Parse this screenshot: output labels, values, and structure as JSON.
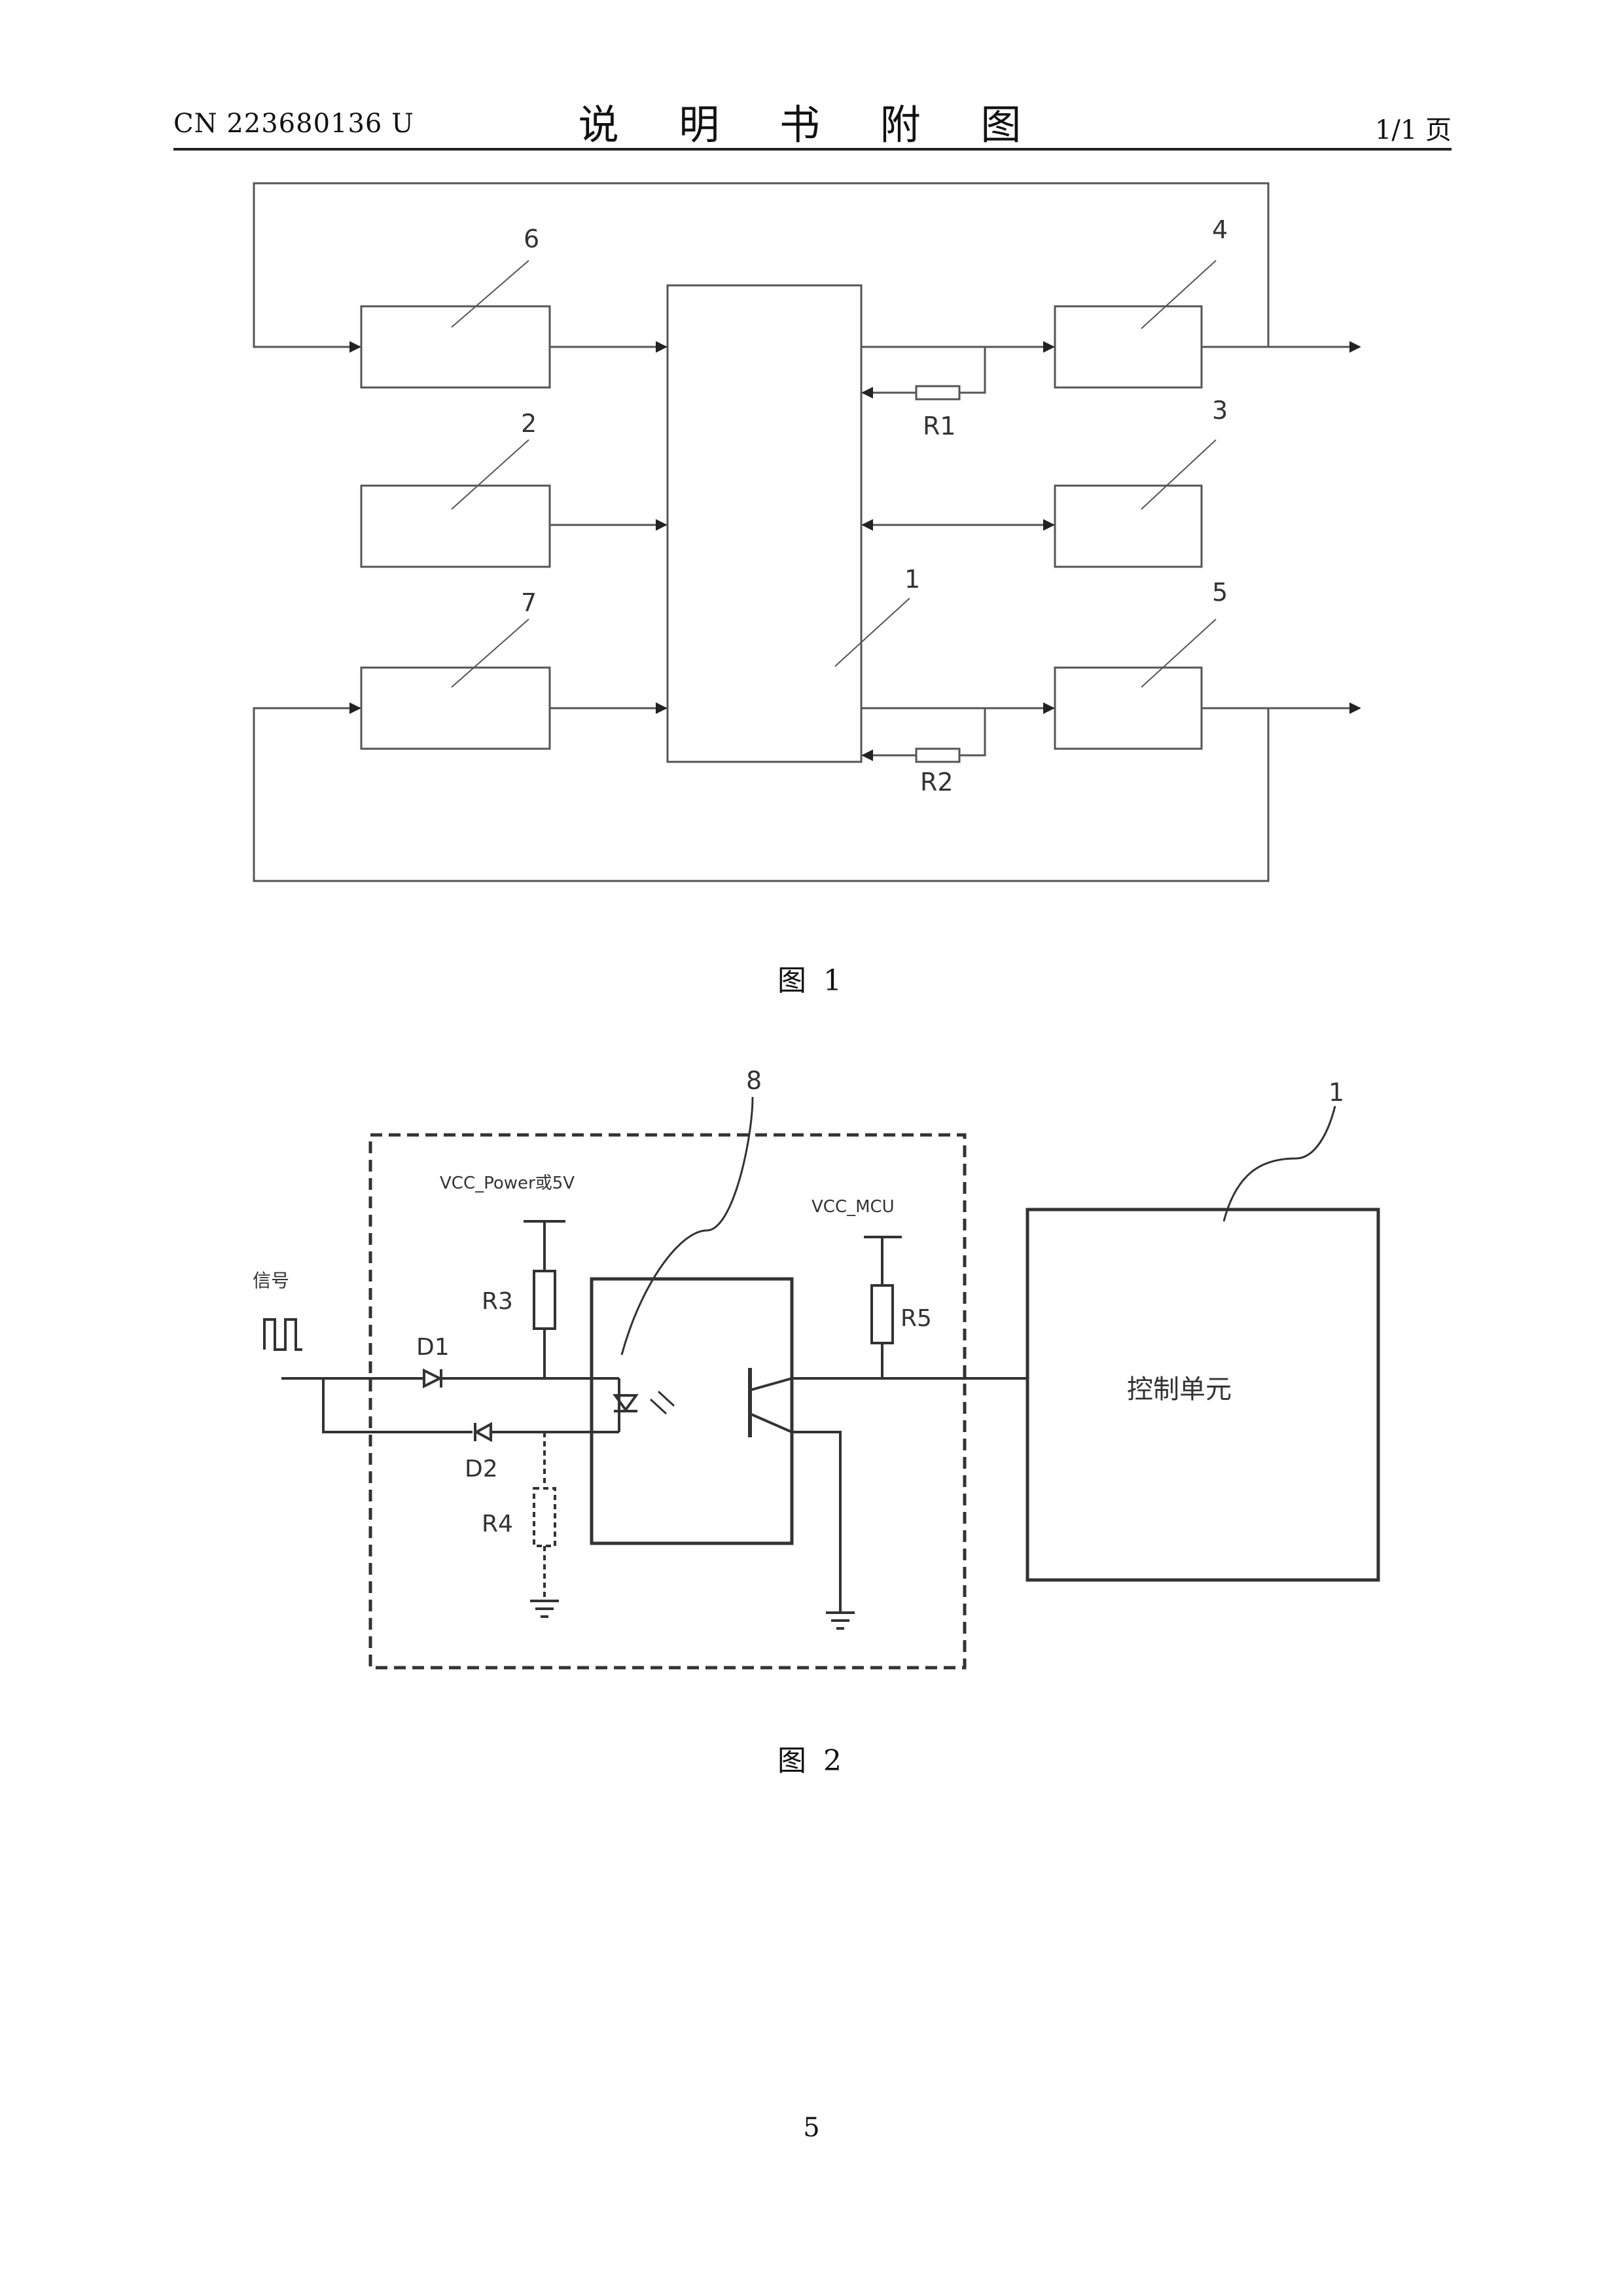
{
  "header": {
    "publication_number": "CN 223680136 U",
    "title": "说 明 书 附 图",
    "page_of": "1/1 页"
  },
  "figure1": {
    "caption": "图 1",
    "labels": {
      "block1": "1",
      "block2": "2",
      "block3": "3",
      "block4": "4",
      "block5": "5",
      "block6": "6",
      "block7": "7",
      "r1": "R1",
      "r2": "R2"
    }
  },
  "figure2": {
    "caption": "图 2",
    "labels": {
      "module8": "8",
      "control_ref": "1",
      "vcc_power": "VCC_Power或5V",
      "vcc_mcu": "VCC_MCU",
      "signal": "信号",
      "r3": "R3",
      "r4": "R4",
      "r5": "R5",
      "d1": "D1",
      "d2": "D2",
      "control_unit": "控制单元"
    }
  },
  "footer": {
    "page_number": "5"
  }
}
